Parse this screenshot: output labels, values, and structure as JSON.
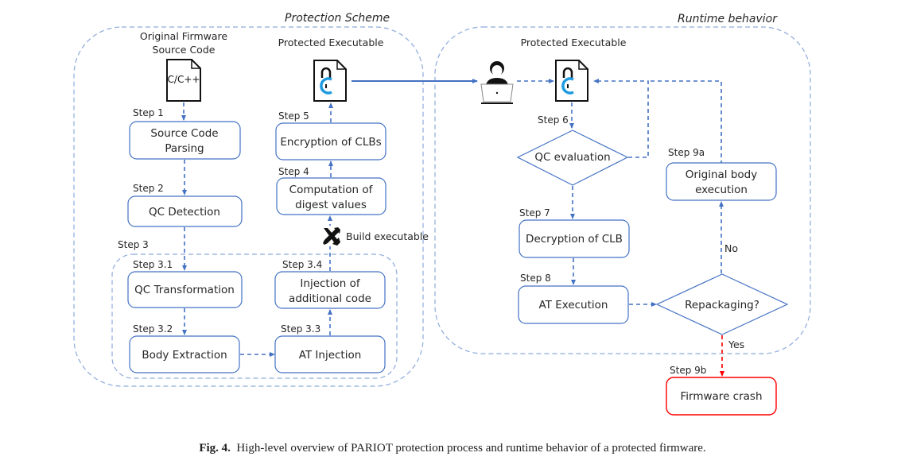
{
  "diagram": {
    "sections": {
      "protection": {
        "title": "Protection Scheme"
      },
      "runtime": {
        "title": "Runtime behavior"
      }
    },
    "labels": {
      "original_firmware_line1": "Original Firmware",
      "original_firmware_line2": "Source Code",
      "protected_exec_left": "Protected Executable",
      "protected_exec_right": "Protected Executable",
      "source_file_text": "C/C++",
      "build_executable": "Build executable",
      "no": "No",
      "yes": "Yes"
    },
    "steps": {
      "s1": {
        "step": "Step 1",
        "line1": "Source Code",
        "line2": "Parsing"
      },
      "s2": {
        "step": "Step 2",
        "line1": "QC Detection"
      },
      "s3": {
        "step": "Step 3"
      },
      "s31": {
        "step": "Step 3.1",
        "line1": "QC Transformation"
      },
      "s32": {
        "step": "Step 3.2",
        "line1": "Body Extraction"
      },
      "s33": {
        "step": "Step 3.3",
        "line1": "AT Injection"
      },
      "s34": {
        "step": "Step 3.4",
        "line1": "Injection of",
        "line2": "additional code"
      },
      "s4": {
        "step": "Step 4",
        "line1": "Computation of",
        "line2": "digest values"
      },
      "s5": {
        "step": "Step 5",
        "line1": "Encryption of CLBs"
      },
      "s6": {
        "step": "Step 6",
        "line1": "QC evaluation"
      },
      "s7": {
        "step": "Step 7",
        "line1": "Decryption of CLB"
      },
      "s8": {
        "step": "Step 8",
        "line1": "AT Execution"
      },
      "decision": {
        "line1": "Repackaging?"
      },
      "s9a": {
        "step": "Step 9a",
        "line1": "Original body",
        "line2": "execution"
      },
      "s9b": {
        "step": "Step 9b",
        "line1": "Firmware crash"
      }
    },
    "colors": {
      "blue": "#4472c4",
      "light_blue": "#8eaadb",
      "red": "#ff0000",
      "icon_blue": "#1e9be0"
    }
  },
  "caption": {
    "fig": "Fig. 4.",
    "text": "High-level overview of PARIOT protection process and runtime behavior of a protected firmware."
  }
}
